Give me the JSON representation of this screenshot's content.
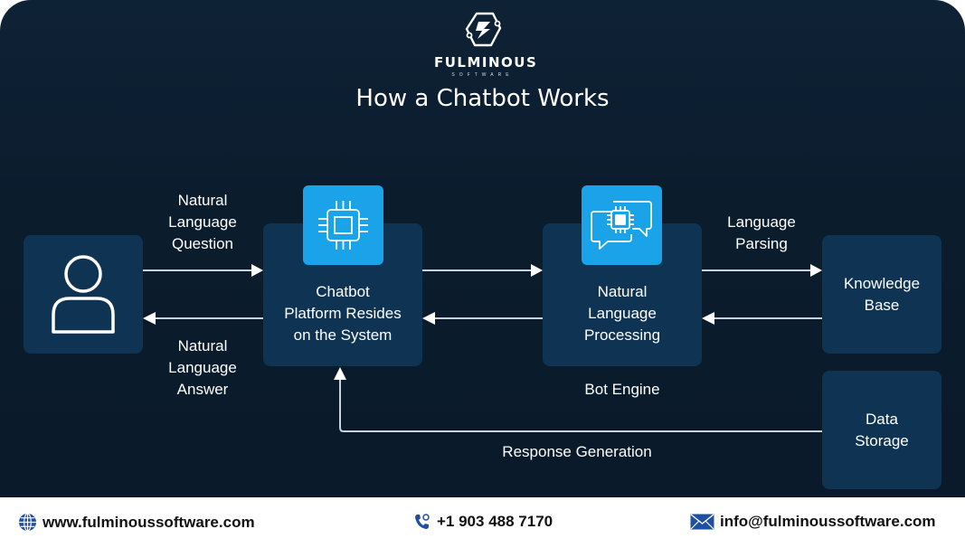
{
  "brand": {
    "name": "FULMINOUS",
    "tagline": "SOFTWARE",
    "logo_icon": "lightning-hexagon-icon"
  },
  "title": "How a Chatbot Works",
  "colors": {
    "background": "#0b1c2d",
    "box": "#0f3352",
    "accent": "#1aa3e8",
    "text": "#ffffff",
    "footer_icon": "#1f4fa3"
  },
  "nodes": {
    "user": {
      "icon": "user-icon"
    },
    "platform": {
      "label": "Chatbot Platform Resides on the System",
      "lines": [
        "Chatbot",
        "Platform Resides",
        "on the System"
      ],
      "icon": "cpu-chip-icon"
    },
    "nlp": {
      "label": "Natural Language Processing",
      "lines": [
        "Natural",
        "Language",
        "Processing"
      ],
      "icon": "chat-chip-icon"
    },
    "knowledge_base": {
      "lines": [
        "Knowledge",
        "Base"
      ]
    },
    "data_storage": {
      "lines": [
        "Data",
        "Storage"
      ]
    }
  },
  "edges": {
    "question": {
      "lines": [
        "Natural",
        "Language",
        "Question"
      ]
    },
    "answer": {
      "lines": [
        "Natural",
        "Language",
        "Answer"
      ]
    },
    "parsing": {
      "lines": [
        "Language",
        "Parsing"
      ]
    },
    "bot_engine": "Bot Engine",
    "response": "Response Generation"
  },
  "footer": {
    "website": "www.fulminoussoftware.com",
    "phone": "+1 903 488 7170",
    "email": "info@fulminoussoftware.com"
  }
}
